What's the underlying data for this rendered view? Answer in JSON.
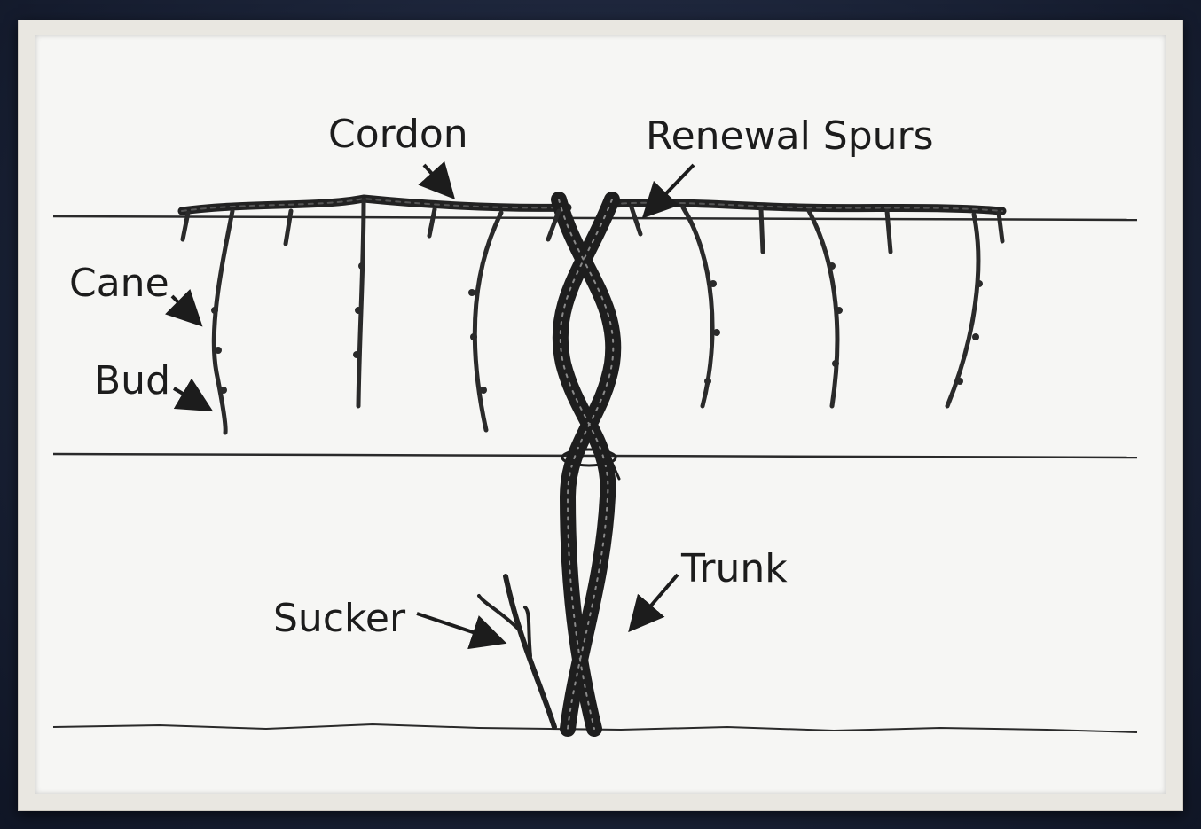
{
  "labels": {
    "cordon": "Cordon",
    "renewal_spurs": "Renewal Spurs",
    "cane": "Cane",
    "bud": "Bud",
    "trunk": "Trunk",
    "sucker": "Sucker"
  },
  "colors": {
    "background": "#1a2236",
    "mat": "#e9e7e1",
    "paper": "#f6f6f4",
    "ink": "#1c1c1c"
  }
}
